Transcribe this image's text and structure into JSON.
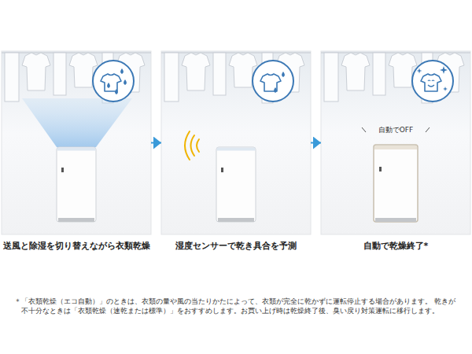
{
  "diagram": {
    "nodes": [
      {
        "text": [
          "送風と除湿を切り替えながら衣類乾燥"
        ]
      },
      {
        "text": [
          "湿度センサーで乾き具合を予測"
        ]
      },
      {
        "text": [
          "自動で乾燥終了*"
        ]
      }
    ],
    "edges": [
      {
        "from": 0,
        "to": 1,
        "arrow": "to"
      },
      {
        "from": 1,
        "to": 2,
        "arrow": "to"
      }
    ],
    "labels": [
      "自動でOFF",
      "＊「衣類乾燥（エコ自動）」のときは、衣類の量や風の当たりかたによって、衣類が完全に乾かずに運転停止する場合があります。 乾きが不十分なときは「衣類乾燥（速乾または標準）」をおすすめします。お買い上げ時は乾燥終了後、臭い戻り対策運転に移行します。"
    ]
  }
}
